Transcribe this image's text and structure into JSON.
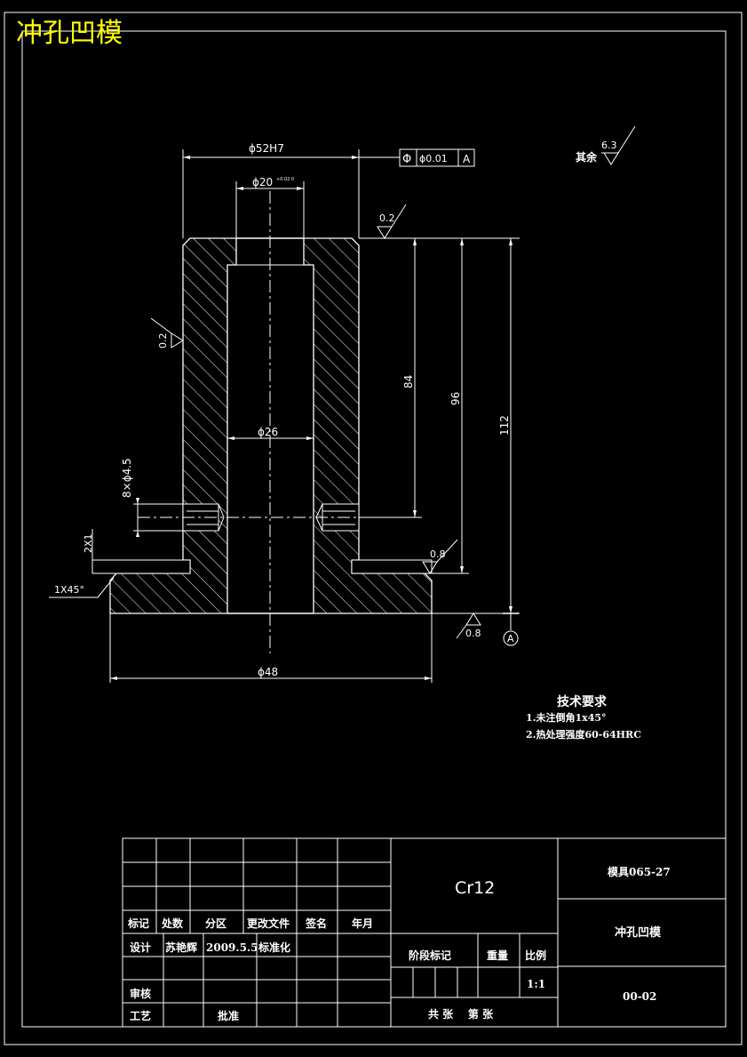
{
  "drawing": {
    "title": "冲孔凹模",
    "dimensions": {
      "outer_diameter": "ϕ52H7",
      "hole_top": "ϕ20",
      "hole_top_tol": "+0.02 0",
      "hole_mid": "ϕ26",
      "base_diameter": "ϕ48",
      "h84": "84",
      "h96": "96",
      "h112": "112",
      "holes": "8×ϕ4.5",
      "groove": "2X1",
      "chamfer": "1X45°"
    },
    "tolerance_frame": {
      "symbol": "Φ",
      "value": "ϕ0.01",
      "datum": "A"
    },
    "datum_label": "A",
    "roughness": {
      "top": "0.2",
      "left": "0.2",
      "right": "0.8",
      "bottom": "0.8",
      "rest_label": "其余",
      "rest_value": "6.3"
    }
  },
  "notes": {
    "heading": "技术要求",
    "items": [
      "1.未注倒角1x45°",
      "2.热处理强度60-64HRC"
    ]
  },
  "title_block": {
    "material": "Cr12",
    "drawing_no": "模具065-27",
    "part_name": "冲孔凹模",
    "code": "00-02",
    "headers": [
      "标记",
      "处数",
      "分区",
      "更改文件",
      "签名",
      "年月"
    ],
    "design_label": "设计",
    "designer": "苏艳辉",
    "date": "2009.5.5",
    "standardize": "标准化",
    "review": "审核",
    "process": "工艺",
    "approve": "批准",
    "stage_mark": "阶段标记",
    "weight": "重量",
    "scale_label": "比例",
    "scale": "1:1",
    "sheets": "共 张    第 张"
  }
}
